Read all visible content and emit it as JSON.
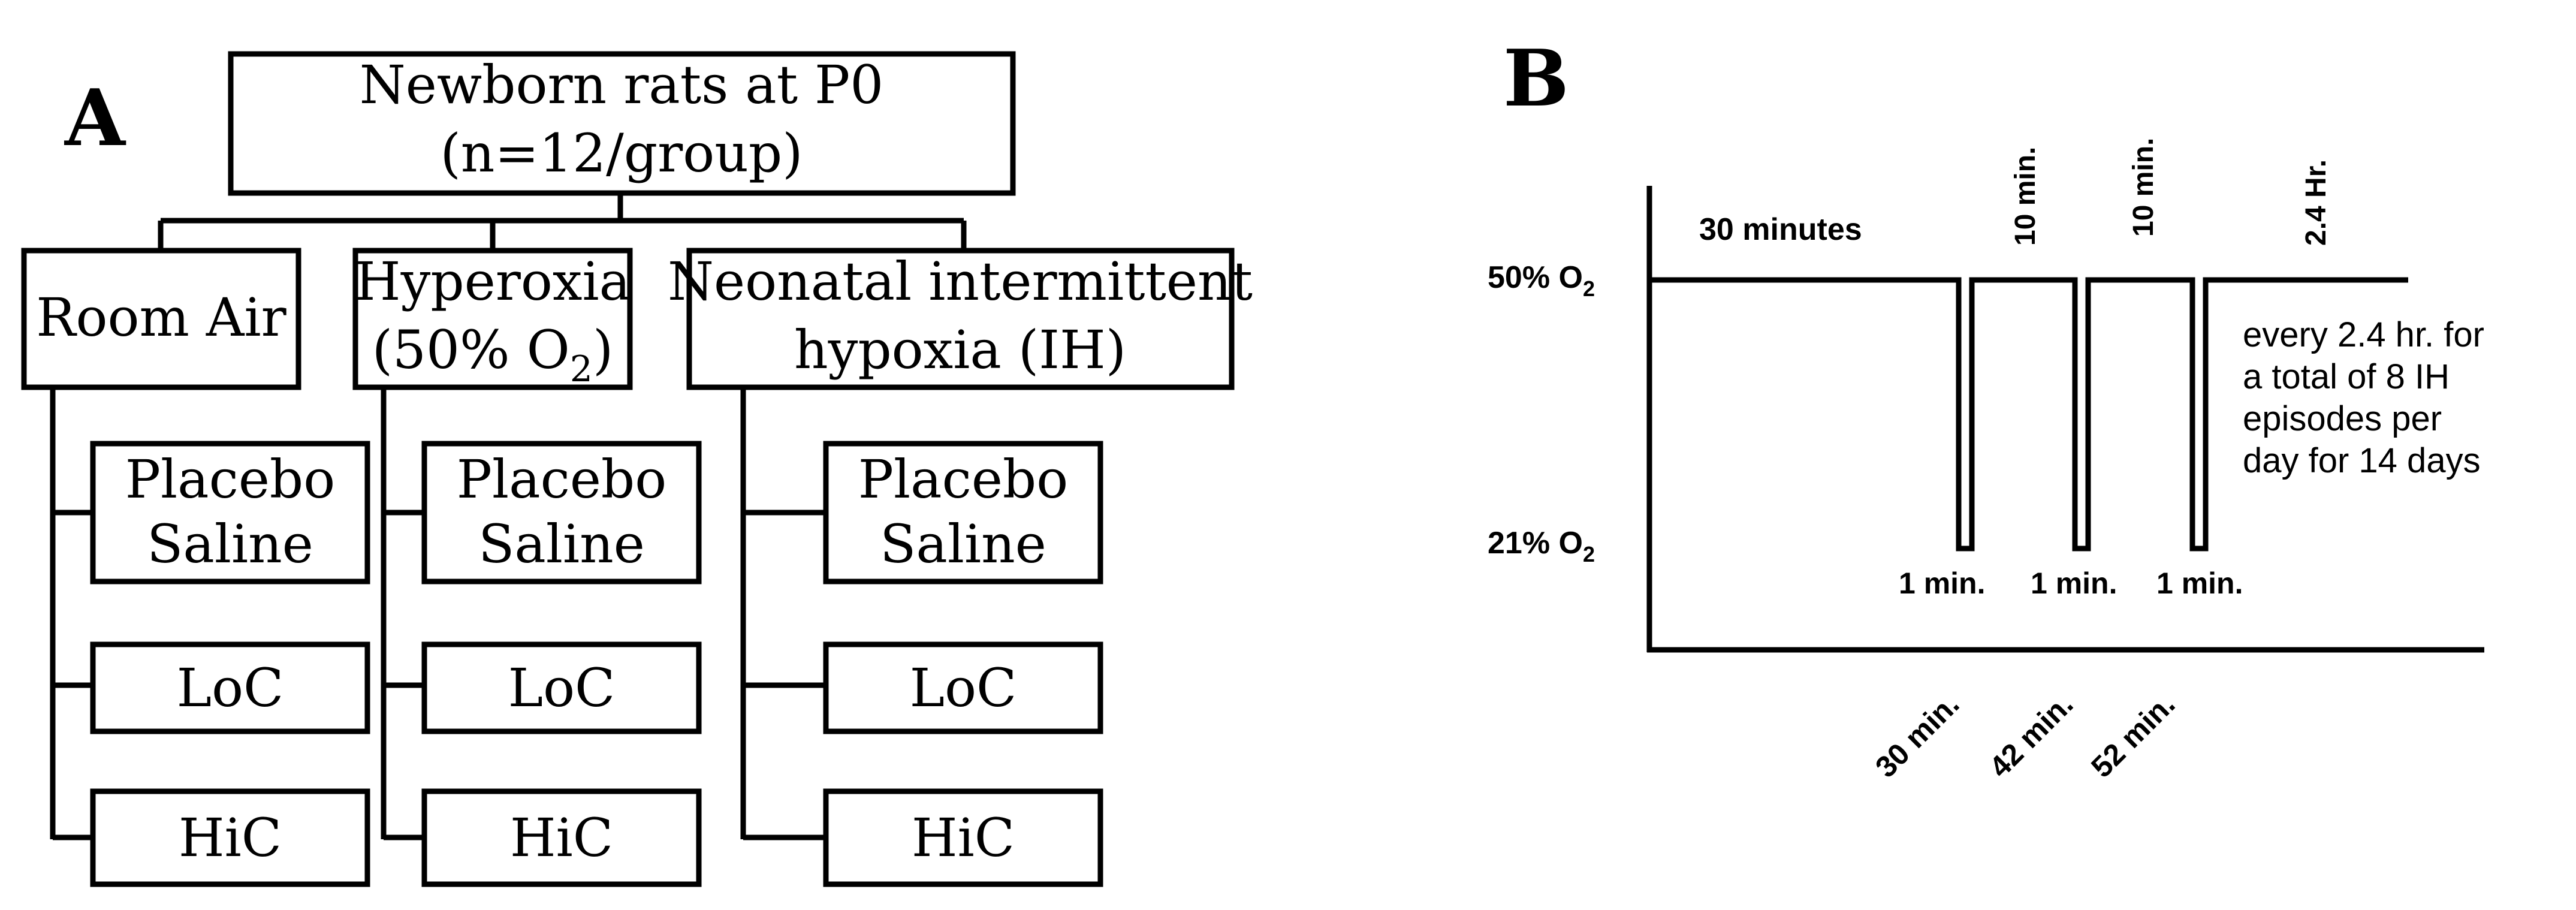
{
  "panel_a": {
    "label": "A",
    "root": {
      "line1": "Newborn rats at P0",
      "line2": "(n=12/group)"
    },
    "groups": [
      {
        "line1": "Room Air",
        "line2": ""
      },
      {
        "line1": "Hyperoxia",
        "line2_pre": "(50% O",
        "line2_sub": "2",
        "line2_post": ")"
      },
      {
        "line1": "Neonatal intermittent",
        "line2": "hypoxia (IH)"
      }
    ],
    "treatments": {
      "placebo_line1": "Placebo",
      "placebo_line2": "Saline",
      "low": "LoC",
      "high": "HiC"
    }
  },
  "panel_b": {
    "label": "B",
    "y_high": {
      "pre": "50% O",
      "sub": "2"
    },
    "y_low": {
      "pre": "21% O",
      "sub": "2"
    },
    "baseline_label": "30 minutes",
    "interval_labels": [
      "10 min.",
      "10 min.",
      "2.4 Hr."
    ],
    "dip_labels": [
      "1 min.",
      "1 min.",
      "1 min."
    ],
    "time_labels": [
      "30 min.",
      "42 min.",
      "52 min."
    ],
    "note": [
      "every 2.4 hr. for",
      "a total of 8 IH",
      "episodes per",
      "day for 14 days"
    ]
  }
}
